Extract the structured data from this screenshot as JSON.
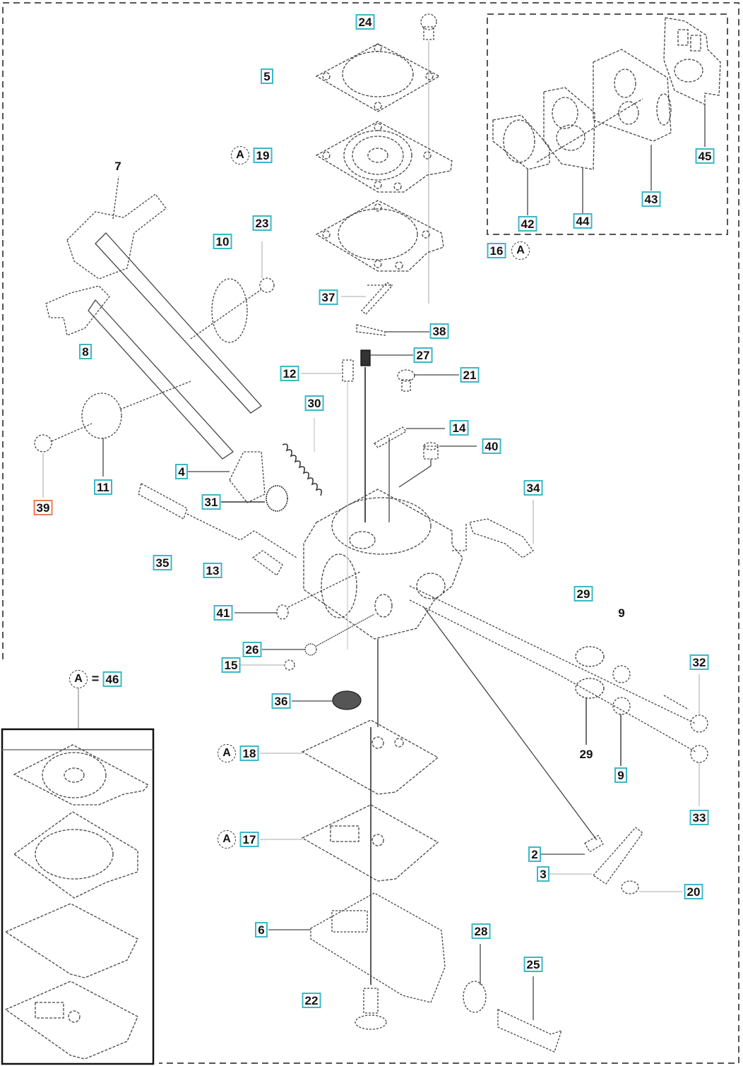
{
  "diagram": {
    "title": "Carburetor exploded parts diagram",
    "kit_marker_label": "A",
    "kit_equals_symbol": "=",
    "kit_part_number": "46",
    "colors": {
      "callout_border": "#3bb8c8",
      "highlight_border": "#ef7a55",
      "line": "#222222"
    },
    "callouts": [
      {
        "id": "24",
        "style": "boxed"
      },
      {
        "id": "5",
        "style": "boxed"
      },
      {
        "id": "19",
        "style": "boxed",
        "kit": true
      },
      {
        "id": "16",
        "style": "boxed",
        "kit": true
      },
      {
        "id": "7",
        "style": "plain"
      },
      {
        "id": "23",
        "style": "boxed"
      },
      {
        "id": "10",
        "style": "boxed"
      },
      {
        "id": "8",
        "style": "boxed"
      },
      {
        "id": "37",
        "style": "boxed"
      },
      {
        "id": "38",
        "style": "boxed"
      },
      {
        "id": "27",
        "style": "boxed"
      },
      {
        "id": "12",
        "style": "boxed"
      },
      {
        "id": "21",
        "style": "boxed"
      },
      {
        "id": "30",
        "style": "boxed"
      },
      {
        "id": "14",
        "style": "boxed"
      },
      {
        "id": "40",
        "style": "boxed"
      },
      {
        "id": "4",
        "style": "boxed"
      },
      {
        "id": "11",
        "style": "boxed"
      },
      {
        "id": "39",
        "style": "highlight"
      },
      {
        "id": "31",
        "style": "boxed"
      },
      {
        "id": "34",
        "style": "boxed"
      },
      {
        "id": "35",
        "style": "boxed"
      },
      {
        "id": "13",
        "style": "boxed"
      },
      {
        "id": "41",
        "style": "boxed"
      },
      {
        "id": "29",
        "style": "boxed"
      },
      {
        "id": "9",
        "style": "plain"
      },
      {
        "id": "26",
        "style": "boxed"
      },
      {
        "id": "15",
        "style": "boxed"
      },
      {
        "id": "36",
        "style": "boxed"
      },
      {
        "id": "32",
        "style": "boxed"
      },
      {
        "id": "29",
        "style": "plain"
      },
      {
        "id": "9",
        "style": "boxed"
      },
      {
        "id": "33",
        "style": "boxed"
      },
      {
        "id": "18",
        "style": "boxed",
        "kit": true
      },
      {
        "id": "17",
        "style": "boxed",
        "kit": true
      },
      {
        "id": "2",
        "style": "boxed"
      },
      {
        "id": "3",
        "style": "boxed"
      },
      {
        "id": "20",
        "style": "boxed"
      },
      {
        "id": "6",
        "style": "boxed"
      },
      {
        "id": "28",
        "style": "boxed"
      },
      {
        "id": "25",
        "style": "boxed"
      },
      {
        "id": "22",
        "style": "boxed"
      },
      {
        "id": "42",
        "style": "boxed"
      },
      {
        "id": "44",
        "style": "boxed"
      },
      {
        "id": "43",
        "style": "boxed"
      },
      {
        "id": "45",
        "style": "boxed"
      }
    ]
  }
}
